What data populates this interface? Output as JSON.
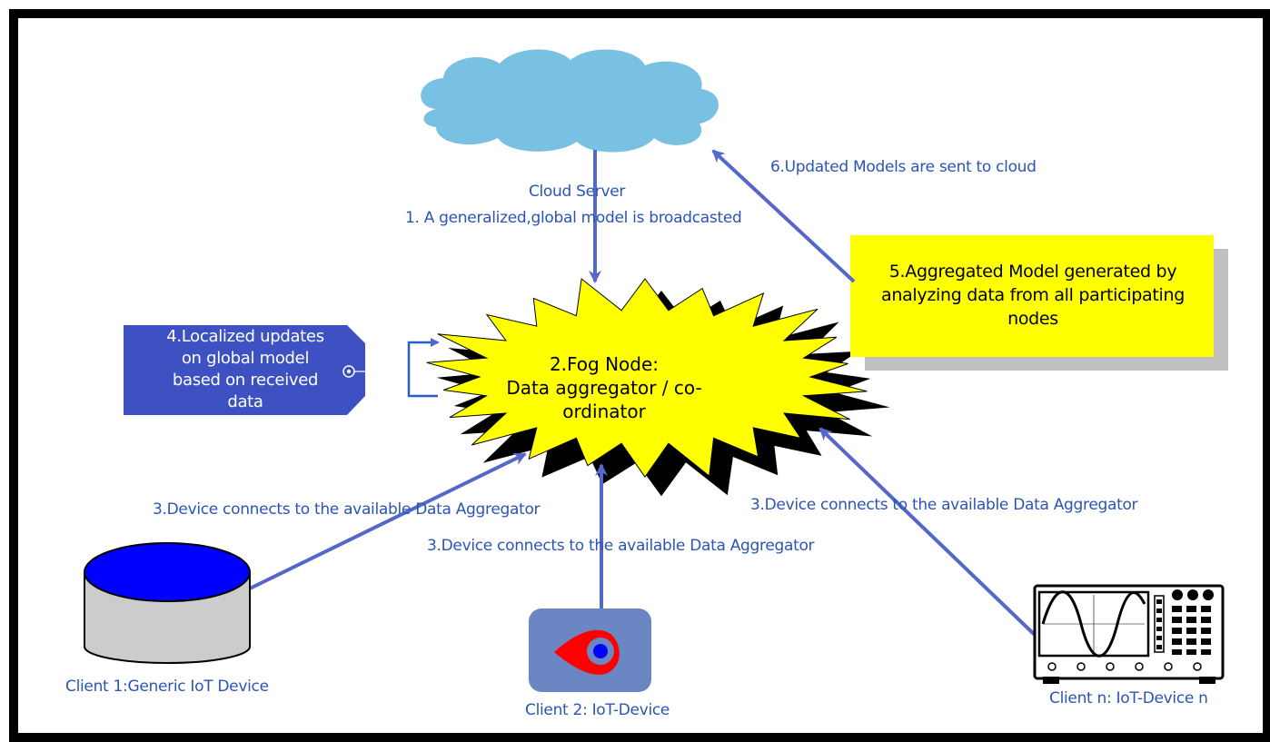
{
  "cloud": {
    "label": "Cloud Server",
    "step1": "1. A generalized,global model is broadcasted"
  },
  "fog_node": {
    "line1": "2.Fog Node:",
    "line2": "Data aggregator /  co-ordinator"
  },
  "connect_labels": {
    "left": "3.Device connects to the available Data Aggregator",
    "middle": "3.Device connects to the available Data Aggregator",
    "right": "3.Device connects to the available Data Aggregator"
  },
  "local_update": {
    "lines": [
      "4.Localized updates",
      "on global model",
      "based on received",
      "data"
    ]
  },
  "aggregated": {
    "lines": [
      "5.Aggregated Model generated by",
      "analyzing data from all participating",
      "nodes"
    ]
  },
  "upload": {
    "label": "6.Updated Models are sent to cloud"
  },
  "clients": {
    "client1": "Client 1:Generic IoT Device",
    "client2": "Client 2: IoT-Device",
    "clientn": "Client n: IoT-Device n"
  },
  "colors": {
    "arrow": "#5568c9",
    "label_text": "#2b55b5",
    "cloud": "#79c1e2",
    "starburst": "#ffff00",
    "note_box": "#ffff00",
    "tag": "#3e51c2",
    "cylinder_top": "#0000ff"
  }
}
